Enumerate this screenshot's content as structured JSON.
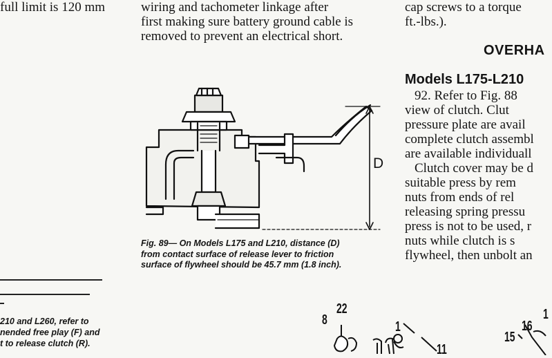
{
  "col1": {
    "lines": [
      "full limit is 120 mm"
    ]
  },
  "col2": {
    "lines": [
      "wiring and tachometer linkage after",
      "first making sure battery ground cable is",
      "removed to prevent an electrical short."
    ]
  },
  "col3": {
    "top_lines": [
      "cap screws to a torque",
      "ft.-lbs.)."
    ],
    "heading": "OVERHA",
    "subheading": "Models L175-L210",
    "para_lines": [
      "92. Refer to Fig. 88",
      "view of clutch. Clut",
      "pressure plate are avail",
      "complete clutch assembl",
      "are available individuall",
      "Clutch cover may be d",
      "suitable press by rem",
      "nuts from ends of rel",
      "releasing spring pressu",
      "press is not to be used, r",
      "nuts while clutch is s",
      "flywheel, then unbolt an"
    ]
  },
  "figure": {
    "dimension_label": "D",
    "caption_lines": [
      "Fig. 89— On Models L175 and L210, distance (D)",
      "from contact surface of release lever to friction",
      "surface of flywheel should be 45.7 mm (1.8 inch)."
    ]
  },
  "left_note": {
    "lines": [
      "210 and L260, refer to",
      "nended free play (F) and",
      "t to release clutch (R)."
    ]
  },
  "parts_diagram": {
    "labels": [
      "22",
      "8",
      "1",
      "11",
      "15",
      "16",
      "1"
    ]
  }
}
